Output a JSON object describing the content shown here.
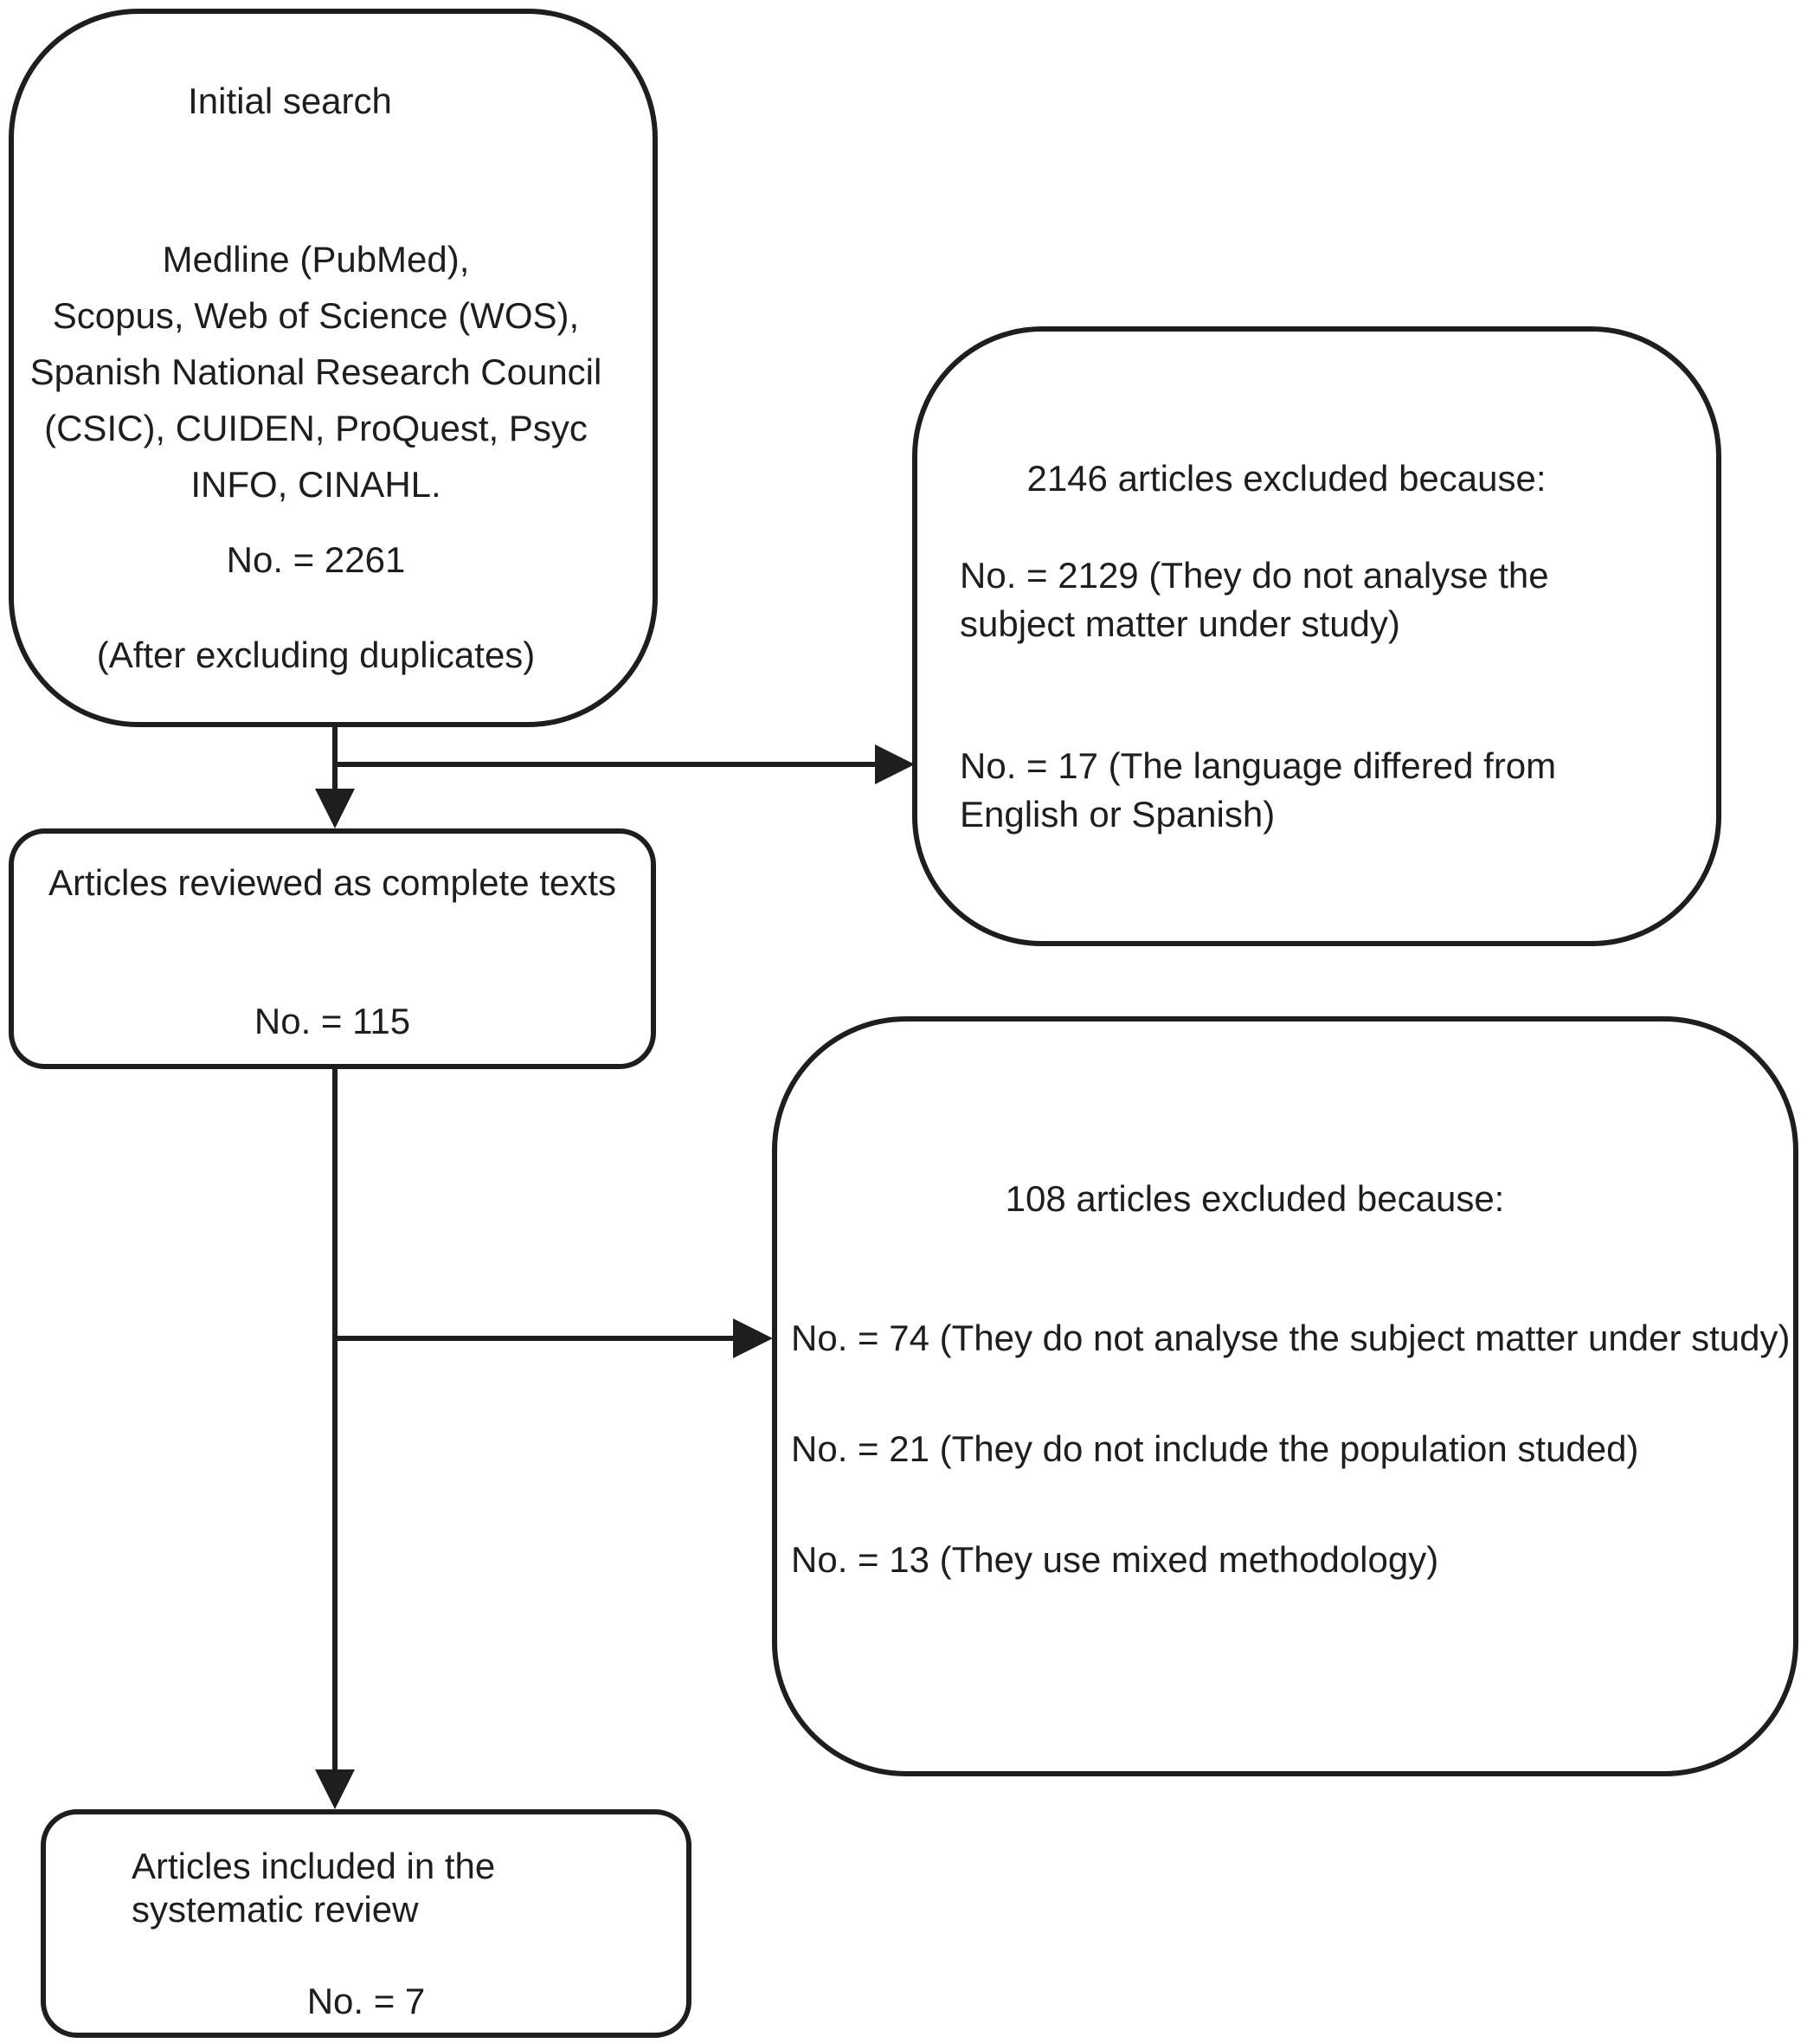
{
  "flow": {
    "initial_search": {
      "title": "Initial search",
      "sources": "Medline (PubMed),\nScopus, Web of Science (WOS),\nSpanish National Research Council\n(CSIC), CUIDEN, ProQuest, Psyc\nINFO, CINAHL.",
      "count": "No. = 2261",
      "note": "(After excluding duplicates)"
    },
    "first_exclusion": {
      "title": "2146 articles excluded because:",
      "reasons": [
        "No. = 2129 (They do not analyse the\nsubject matter under study)",
        "No. = 17 (The language differed from\nEnglish or Spanish)"
      ]
    },
    "full_text_review": {
      "title": "Articles reviewed as complete texts",
      "count": "No. = 115"
    },
    "second_exclusion": {
      "title": "108 articles excluded because:",
      "reasons": [
        "No. = 74 (They do not analyse the subject matter under study)",
        "No. = 21 (They do not include the population studed)",
        "No. = 13 (They use mixed methodology)"
      ]
    },
    "included": {
      "title": "Articles included in the\nsystematic review",
      "count": "No. = 7"
    },
    "colors": {
      "ink": "#1e1e1e",
      "background": "#ffffff"
    }
  }
}
